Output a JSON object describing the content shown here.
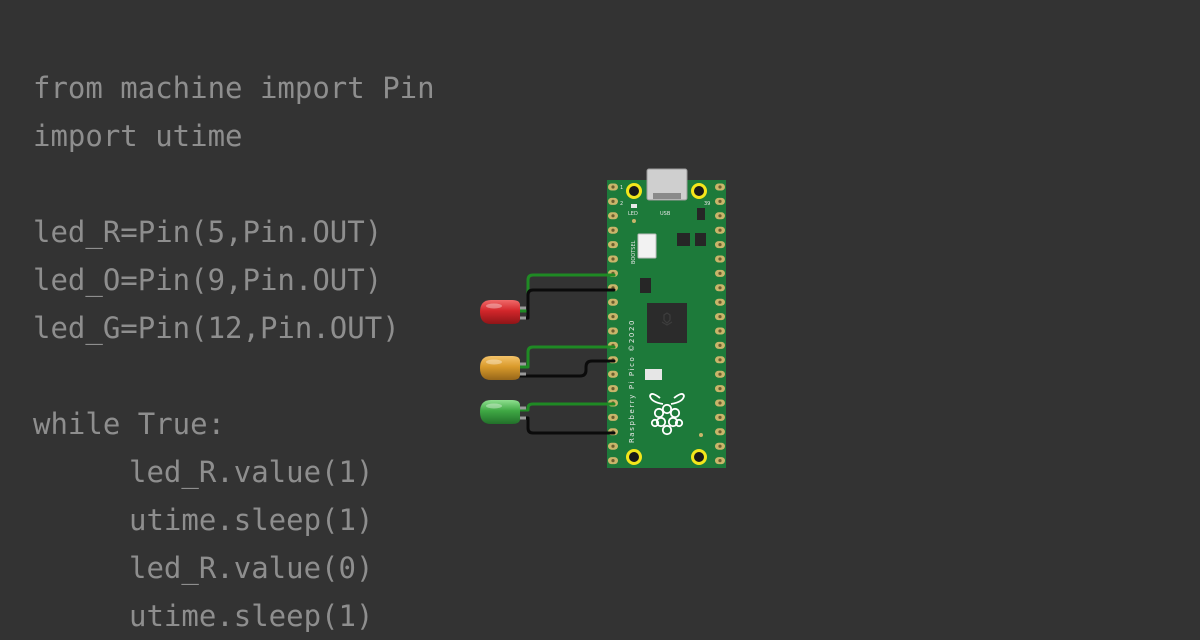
{
  "code": {
    "lines": [
      {
        "indent": 0,
        "text": "from machine import Pin"
      },
      {
        "indent": 0,
        "text": "import utime"
      },
      {
        "indent": 0,
        "text": ""
      },
      {
        "indent": 0,
        "text": "led_R=Pin(5,Pin.OUT)"
      },
      {
        "indent": 0,
        "text": "led_O=Pin(9,Pin.OUT)"
      },
      {
        "indent": 0,
        "text": "led_G=Pin(12,Pin.OUT)"
      },
      {
        "indent": 0,
        "text": ""
      },
      {
        "indent": 0,
        "text": "while True:"
      },
      {
        "indent": 1,
        "text": "led_R.value(1)"
      },
      {
        "indent": 1,
        "text": "utime.sleep(1)"
      },
      {
        "indent": 1,
        "text": "led_R.value(0)"
      },
      {
        "indent": 1,
        "text": "utime.sleep(1)"
      }
    ]
  },
  "board": {
    "name": "Raspberry Pi Pico ©2020",
    "labels": {
      "usb": "USB",
      "led": "LED",
      "bootsel": "BOOTSEL",
      "pin1": "1",
      "pin2": "2",
      "pin39": "39"
    },
    "colors": {
      "pcb": "#1d7a3a",
      "pad": "#c9b56a",
      "mount_ring": "#f3e61b"
    }
  },
  "leds": [
    {
      "color_name": "red",
      "color": "#d2262a"
    },
    {
      "color_name": "orange",
      "color": "#d99a2b"
    },
    {
      "color_name": "green",
      "color": "#3fa844"
    }
  ],
  "wires": {
    "signal_color": "#1f8a24",
    "ground_color": "#0b0b0b"
  }
}
